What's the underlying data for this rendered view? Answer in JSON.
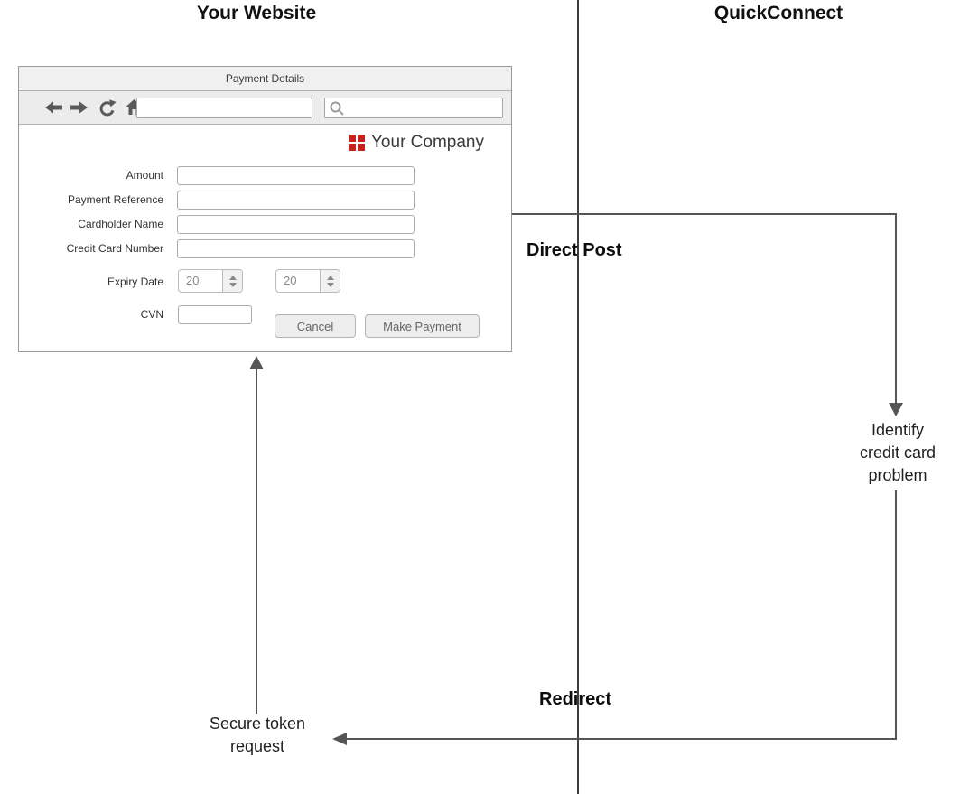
{
  "page": {
    "left_column_title": "Your Website",
    "right_column_title": "QuickConnect"
  },
  "flow": {
    "direct_post_label": "Direct Post",
    "redirect_label": "Redirect",
    "identify_lines": [
      "Identify",
      "credit card",
      "problem"
    ],
    "secure_token_lines": [
      "Secure token",
      "request"
    ]
  },
  "browser": {
    "window_title": "Payment Details",
    "toolbar": {
      "icons": [
        "back",
        "forward",
        "refresh",
        "home",
        "search"
      ],
      "address_value": "",
      "search_value": ""
    },
    "page": {
      "company_name": "Your Company",
      "logo_color": "#c8201f",
      "fields": [
        {
          "label": "Amount",
          "value": ""
        },
        {
          "label": "Payment Reference",
          "value": ""
        },
        {
          "label": "Cardholder Name",
          "value": ""
        },
        {
          "label": "Credit Card Number",
          "value": ""
        }
      ],
      "expiry": {
        "label": "Expiry Date",
        "month_value": "20",
        "year_value": "20"
      },
      "cvn": {
        "label": "CVN",
        "value": ""
      },
      "buttons": {
        "cancel": "Cancel",
        "make_payment": "Make Payment"
      }
    }
  },
  "colors": {
    "arrow_line": "#555555",
    "divider": "#3d3d3d",
    "logo_red": "#c8201f"
  }
}
